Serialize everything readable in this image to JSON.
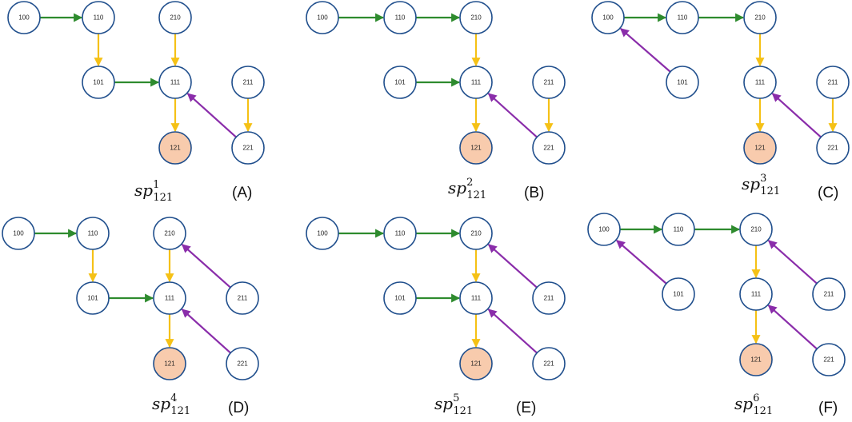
{
  "colors": {
    "green": "#2e8b2e",
    "yellow": "#f5c116",
    "purple": "#8a2daa",
    "node_stroke": "#1f4e8c",
    "target_fill": "#f8cbad"
  },
  "panels": [
    {
      "letter": "(A)",
      "label_main": "sp",
      "label_sub": "121",
      "label_sup": "1",
      "nodes": [
        "100",
        "110",
        "210",
        "101",
        "111",
        "211",
        "121",
        "221"
      ],
      "target": "121",
      "edges": [
        {
          "from": "100",
          "to": "110",
          "color": "green"
        },
        {
          "from": "110",
          "to": "101",
          "color": "yellow"
        },
        {
          "from": "101",
          "to": "111",
          "color": "green"
        },
        {
          "from": "210",
          "to": "111",
          "color": "yellow"
        },
        {
          "from": "111",
          "to": "121",
          "color": "yellow"
        },
        {
          "from": "211",
          "to": "221",
          "color": "yellow"
        },
        {
          "from": "221",
          "to": "111",
          "color": "purple"
        }
      ]
    },
    {
      "letter": "(B)",
      "label_main": "sp",
      "label_sub": "121",
      "label_sup": "2",
      "nodes": [
        "100",
        "110",
        "210",
        "101",
        "111",
        "211",
        "121",
        "221"
      ],
      "target": "121",
      "edges": [
        {
          "from": "100",
          "to": "110",
          "color": "green"
        },
        {
          "from": "110",
          "to": "210",
          "color": "green"
        },
        {
          "from": "210",
          "to": "111",
          "color": "yellow"
        },
        {
          "from": "101",
          "to": "111",
          "color": "green"
        },
        {
          "from": "111",
          "to": "121",
          "color": "yellow"
        },
        {
          "from": "211",
          "to": "221",
          "color": "yellow"
        },
        {
          "from": "221",
          "to": "111",
          "color": "purple"
        }
      ]
    },
    {
      "letter": "(C)",
      "label_main": "sp",
      "label_sub": "121",
      "label_sup": "3",
      "nodes": [
        "100",
        "110",
        "210",
        "101",
        "111",
        "211",
        "121",
        "221"
      ],
      "target": "121",
      "edges": [
        {
          "from": "100",
          "to": "110",
          "color": "green"
        },
        {
          "from": "110",
          "to": "210",
          "color": "green"
        },
        {
          "from": "101",
          "to": "100",
          "color": "purple"
        },
        {
          "from": "210",
          "to": "111",
          "color": "yellow"
        },
        {
          "from": "111",
          "to": "121",
          "color": "yellow"
        },
        {
          "from": "211",
          "to": "221",
          "color": "yellow"
        },
        {
          "from": "221",
          "to": "111",
          "color": "purple"
        }
      ]
    },
    {
      "letter": "(D)",
      "label_main": "sp",
      "label_sub": "121",
      "label_sup": "4",
      "nodes": [
        "100",
        "110",
        "210",
        "101",
        "111",
        "211",
        "121",
        "221"
      ],
      "target": "121",
      "edges": [
        {
          "from": "100",
          "to": "110",
          "color": "green"
        },
        {
          "from": "110",
          "to": "101",
          "color": "yellow"
        },
        {
          "from": "101",
          "to": "111",
          "color": "green"
        },
        {
          "from": "210",
          "to": "111",
          "color": "yellow"
        },
        {
          "from": "211",
          "to": "210",
          "color": "purple"
        },
        {
          "from": "111",
          "to": "121",
          "color": "yellow"
        },
        {
          "from": "221",
          "to": "111",
          "color": "purple"
        }
      ]
    },
    {
      "letter": "(E)",
      "label_main": "sp",
      "label_sub": "121",
      "label_sup": "5",
      "nodes": [
        "100",
        "110",
        "210",
        "101",
        "111",
        "211",
        "121",
        "221"
      ],
      "target": "121",
      "edges": [
        {
          "from": "100",
          "to": "110",
          "color": "green"
        },
        {
          "from": "110",
          "to": "210",
          "color": "green"
        },
        {
          "from": "210",
          "to": "111",
          "color": "yellow"
        },
        {
          "from": "211",
          "to": "210",
          "color": "purple"
        },
        {
          "from": "101",
          "to": "111",
          "color": "green"
        },
        {
          "from": "111",
          "to": "121",
          "color": "yellow"
        },
        {
          "from": "221",
          "to": "111",
          "color": "purple"
        }
      ]
    },
    {
      "letter": "(F)",
      "label_main": "sp",
      "label_sub": "121",
      "label_sup": "6",
      "nodes": [
        "100",
        "110",
        "210",
        "101",
        "111",
        "211",
        "121",
        "221"
      ],
      "target": "121",
      "edges": [
        {
          "from": "100",
          "to": "110",
          "color": "green"
        },
        {
          "from": "110",
          "to": "210",
          "color": "green"
        },
        {
          "from": "101",
          "to": "100",
          "color": "purple"
        },
        {
          "from": "210",
          "to": "111",
          "color": "yellow"
        },
        {
          "from": "211",
          "to": "210",
          "color": "purple"
        },
        {
          "from": "111",
          "to": "121",
          "color": "yellow"
        },
        {
          "from": "221",
          "to": "111",
          "color": "purple"
        }
      ]
    }
  ]
}
